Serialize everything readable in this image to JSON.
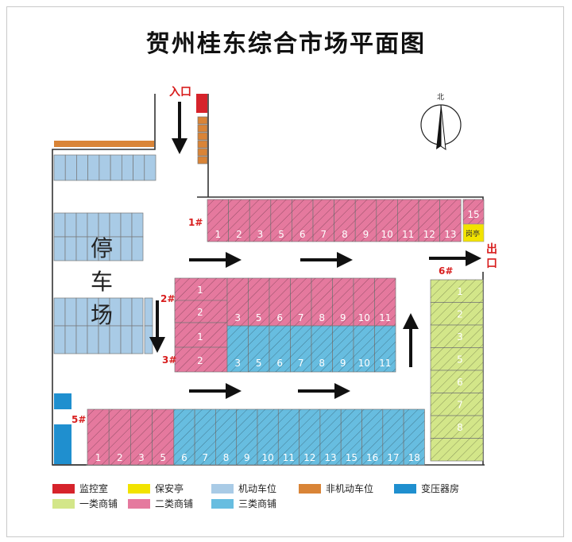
{
  "title": "贺州桂东综合市场平面图",
  "entrance": "入口",
  "exit": "出口",
  "compass_north": "北",
  "parking_label": [
    "停",
    "车",
    "场"
  ],
  "guard_booth_label": "岗亭",
  "colors": {
    "monitor_room": "#d6232b",
    "guard_booth": "#f2e300",
    "parking": "#a9cbe6",
    "non_motor_parking": "#d98437",
    "transformer": "#1f8fcf",
    "shop_class1": "#d3e689",
    "shop_class2": "#e5799e",
    "shop_class3": "#67bde0"
  },
  "blocks": {
    "b1": {
      "name": "1#",
      "shops": [
        "1",
        "2",
        "3",
        "5",
        "6",
        "7",
        "8",
        "9",
        "10",
        "11",
        "12",
        "13"
      ],
      "corner": "15"
    },
    "b2": {
      "name": "2#",
      "left": [
        "1",
        "2"
      ],
      "shops": [
        "3",
        "5",
        "6",
        "7",
        "8",
        "9",
        "10",
        "11"
      ]
    },
    "b3": {
      "name": "3#",
      "left": [
        "1",
        "2"
      ],
      "shops": [
        "3",
        "5",
        "6",
        "7",
        "8",
        "9",
        "10",
        "11"
      ]
    },
    "b5": {
      "name": "5#",
      "shops": [
        "1",
        "2",
        "3",
        "5",
        "6",
        "7",
        "8",
        "9",
        "10",
        "11",
        "12",
        "13",
        "15",
        "16",
        "17",
        "18"
      ]
    },
    "b6": {
      "name": "6#",
      "shops": [
        "1",
        "2",
        "3",
        "5",
        "6",
        "7",
        "8"
      ]
    }
  },
  "legend": [
    [
      {
        "key": "monitor_room",
        "label": "监控室"
      },
      {
        "key": "guard_booth",
        "label": "保安亭"
      },
      {
        "key": "parking",
        "label": "机动车位"
      },
      {
        "key": "non_motor_parking",
        "label": "非机动车位"
      },
      {
        "key": "transformer",
        "label": "变压器房"
      }
    ],
    [
      {
        "key": "shop_class1",
        "label": "一类商铺"
      },
      {
        "key": "shop_class2",
        "label": "二类商铺"
      },
      {
        "key": "shop_class3",
        "label": "三类商铺"
      }
    ]
  ]
}
